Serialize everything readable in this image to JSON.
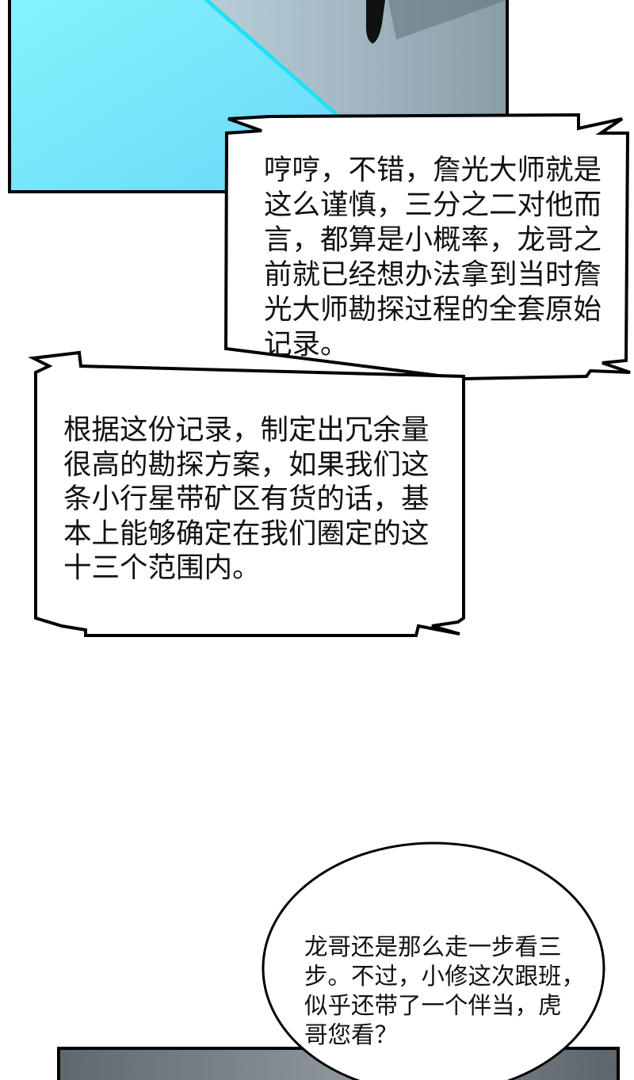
{
  "bubbles": [
    {
      "lines": [
        "哼哼，不错，詹光大师就是",
        "这么谨慎，三分之二对他而",
        "言，都算是小概率，龙哥之",
        "前就已经想办法拿到当时詹",
        "光大师勘探过程的全套原始",
        "记录。"
      ]
    },
    {
      "lines": [
        "根据这份记录，制定出冗余量",
        "很高的勘探方案，如果我们这",
        "条小行星带矿区有货的话，基",
        "本上能够确定在我们圈定的这",
        "十三个范围内。"
      ]
    },
    {
      "lines": [
        "龙哥还是那么走一步看三",
        "步。不过，小修这次跟班，",
        "似乎还带了一个伴当，虎",
        "哥您看？"
      ]
    }
  ],
  "colors": {
    "cyan": "#7ef2fc",
    "beam": "#1fe0f5",
    "panel_grey": "#6f7a80"
  }
}
